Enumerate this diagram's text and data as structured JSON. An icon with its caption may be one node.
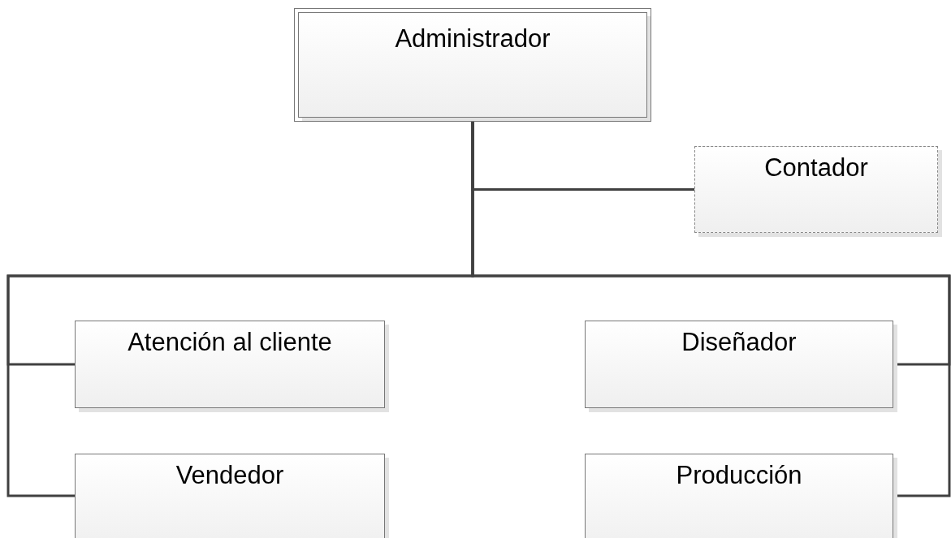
{
  "diagram": {
    "nodes": [
      {
        "text": [
          "Administrador"
        ]
      },
      {
        "text": [
          "Contador"
        ]
      },
      {
        "text": [
          "Atención al cliente"
        ]
      },
      {
        "text": [
          "Diseñador"
        ]
      },
      {
        "text": [
          "Vendedor"
        ]
      },
      {
        "text": [
          "Producción"
        ]
      }
    ],
    "edges": [
      {
        "from": 0,
        "to": 1,
        "arrow": "none"
      },
      {
        "from": 0,
        "to": 2,
        "arrow": "none"
      },
      {
        "from": 0,
        "to": 3,
        "arrow": "none"
      },
      {
        "from": 0,
        "to": 4,
        "arrow": "none"
      },
      {
        "from": 0,
        "to": 5,
        "arrow": "none"
      }
    ]
  }
}
